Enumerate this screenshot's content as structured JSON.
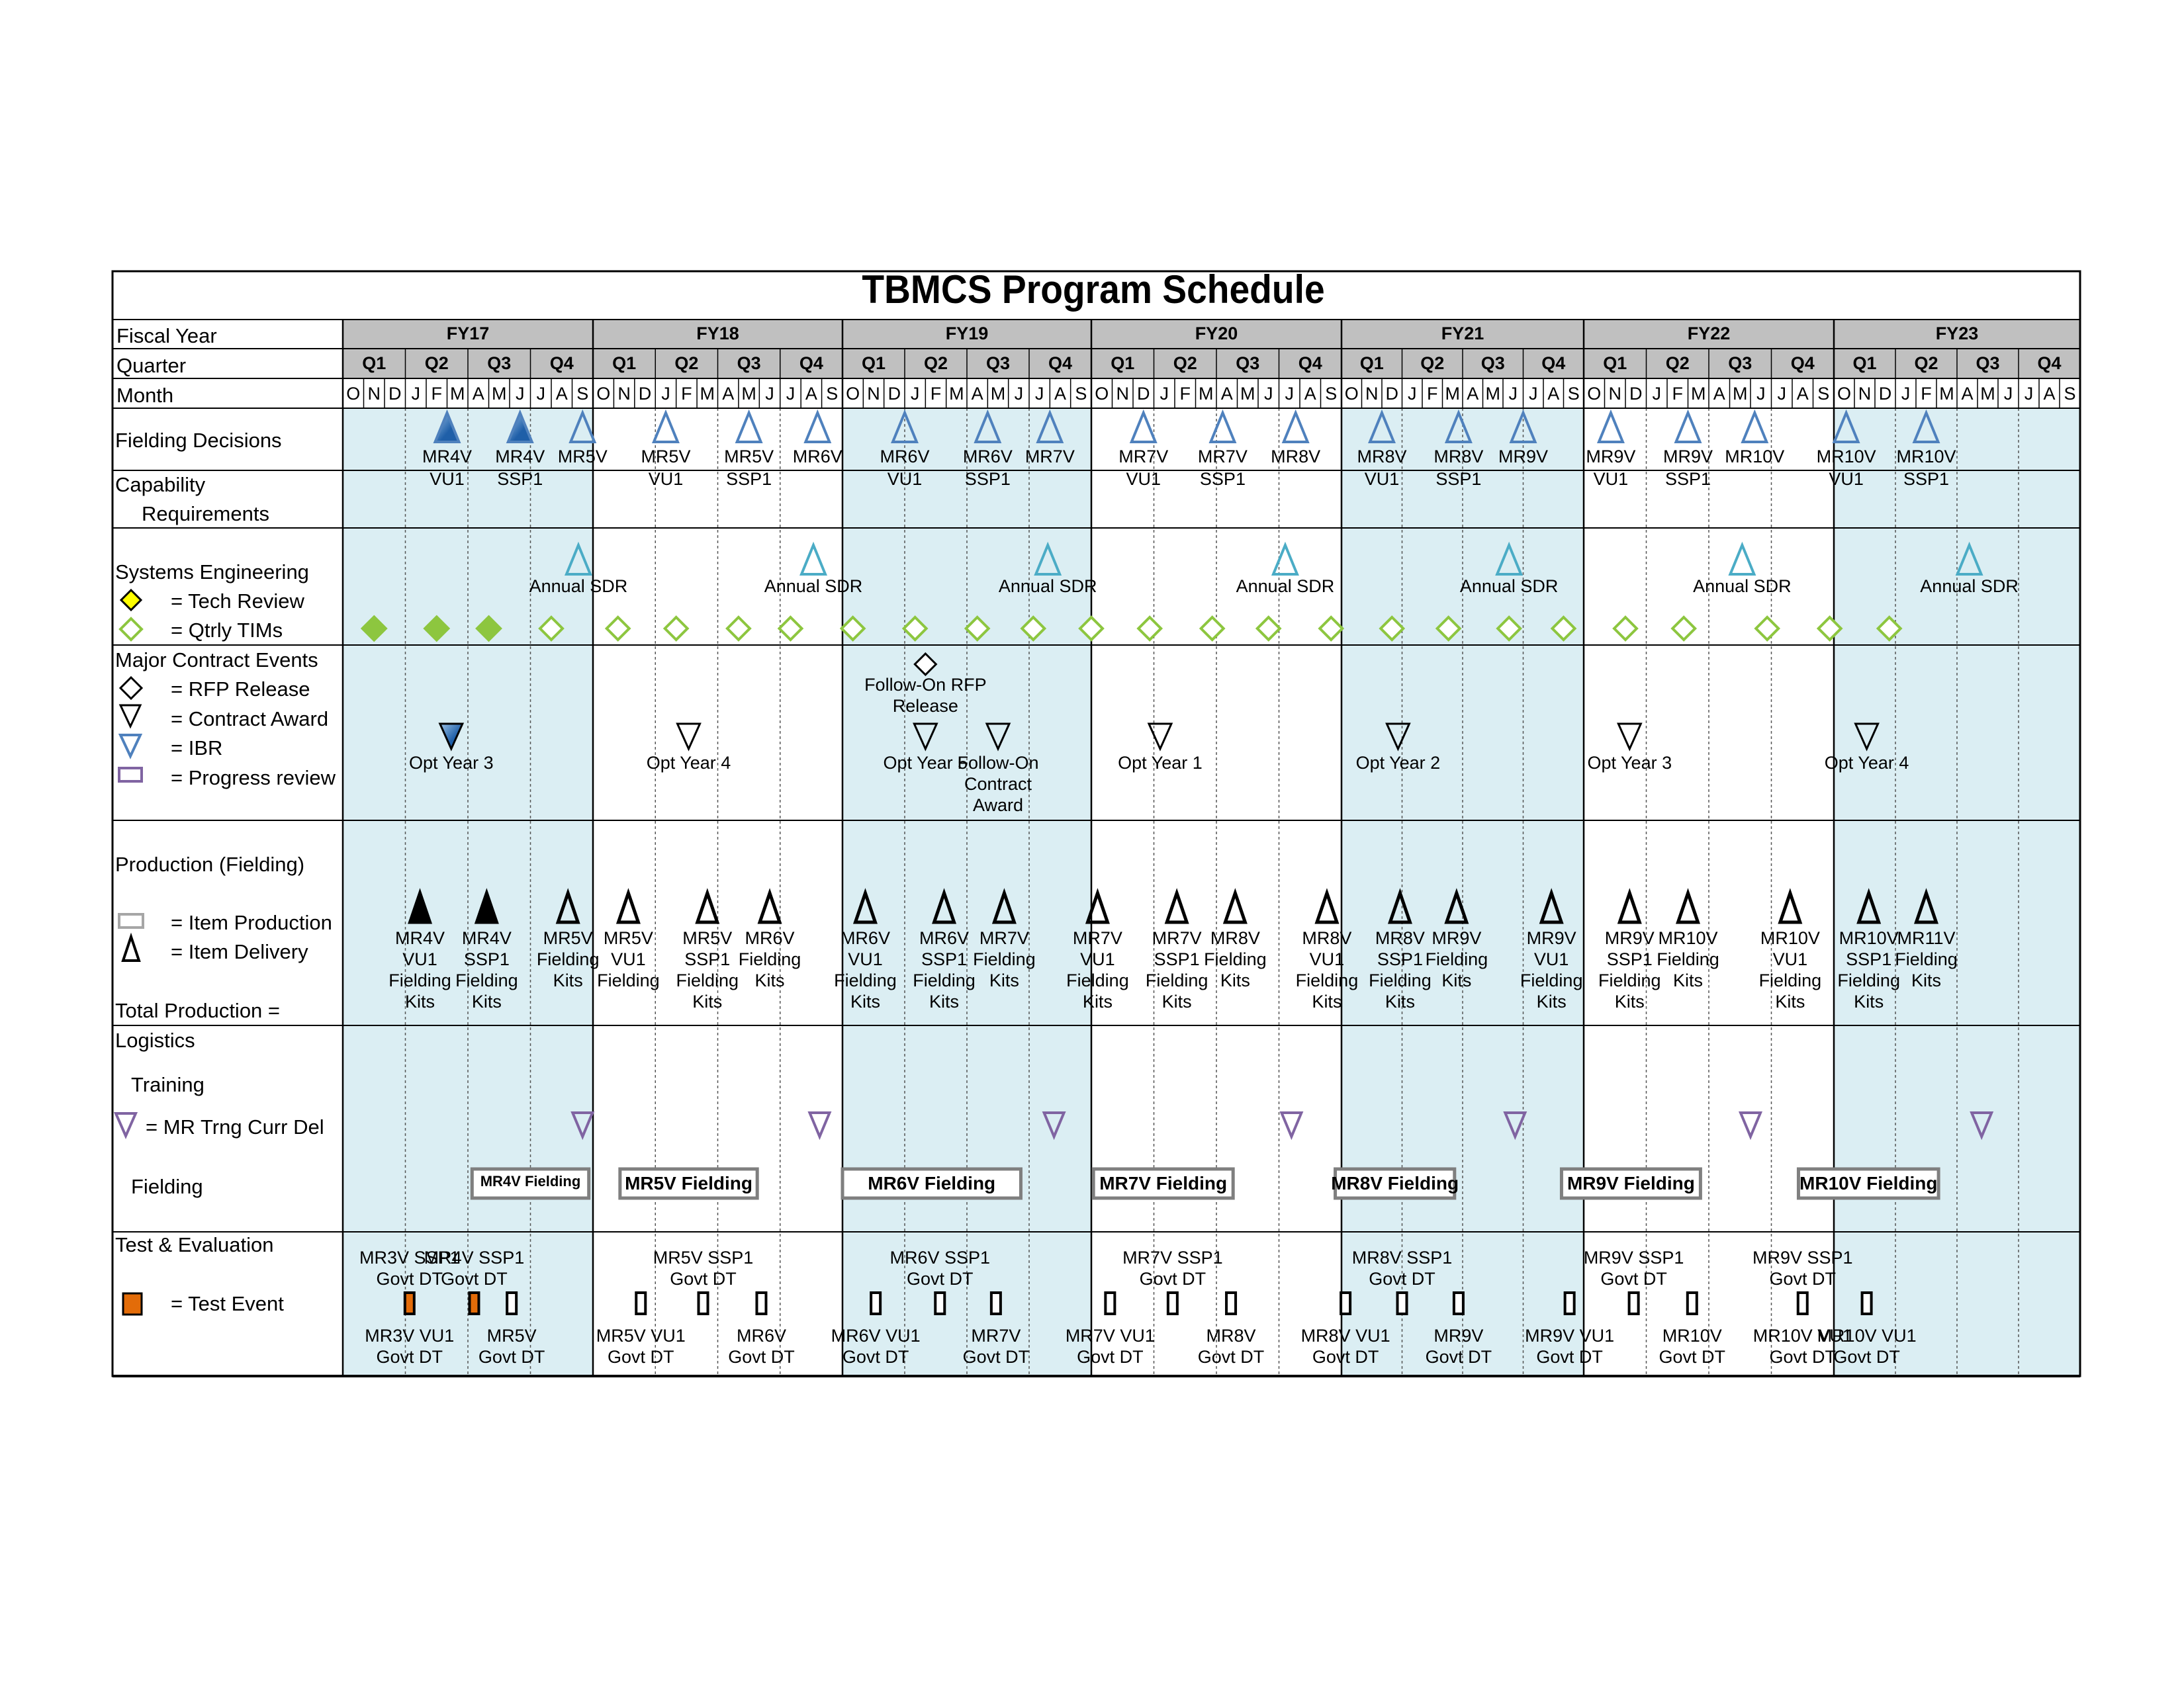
{
  "title": "TBMCS Program Schedule",
  "headers": {
    "fiscal_year": "Fiscal Year",
    "quarter": "Quarter",
    "month": "Month"
  },
  "years": [
    "FY17",
    "FY18",
    "FY19",
    "FY20",
    "FY21",
    "FY22",
    "FY23"
  ],
  "quarters": [
    "Q1",
    "Q2",
    "Q3",
    "Q4"
  ],
  "months": [
    "O",
    "N",
    "D",
    "J",
    "F",
    "M",
    "A",
    "M",
    "J",
    "J",
    "A",
    "S"
  ],
  "rows": {
    "fielding_decisions": "Fielding Decisions",
    "capability_line1": "Capability",
    "capability_line2": "Requirements",
    "systems_engineering": "Systems Engineering",
    "tech_review": "= Tech Review",
    "qtrly_tims": "= Qtrly TIMs",
    "major_contract_events": "Major Contract Events",
    "rfp_release": "= RFP Release",
    "contract_award": "= Contract Award",
    "ibr": "= IBR",
    "progress_review": "= Progress review",
    "production": "Production (Fielding)",
    "item_production": "= Item Production",
    "item_delivery": "= Item Delivery",
    "total_production": "Total Production =",
    "logistics": "Logistics",
    "training": "Training",
    "mr_trng": "= MR Trng Curr Del",
    "fielding": "Fielding",
    "test_eval": "Test & Evaluation",
    "test_event": "= Test Event"
  },
  "fielding_decisions": [
    {
      "m": 5,
      "l1": "MR4V",
      "l2": "VU1",
      "filled": true
    },
    {
      "m": 8.5,
      "l1": "MR4V",
      "l2": "SSP1",
      "filled": true
    },
    {
      "m": 11.5,
      "l1": "MR5V",
      "l2": "",
      "filled": false
    },
    {
      "m": 15.5,
      "l1": "MR5V",
      "l2": "VU1",
      "filled": false
    },
    {
      "m": 19.5,
      "l1": "MR5V",
      "l2": "SSP1",
      "filled": false
    },
    {
      "m": 22.8,
      "l1": "MR6V",
      "l2": "",
      "filled": false
    },
    {
      "m": 27,
      "l1": "MR6V",
      "l2": "VU1",
      "filled": false
    },
    {
      "m": 31,
      "l1": "MR6V",
      "l2": "SSP1",
      "filled": false
    },
    {
      "m": 34,
      "l1": "MR7V",
      "l2": "",
      "filled": false
    },
    {
      "m": 38.5,
      "l1": "MR7V",
      "l2": "VU1",
      "filled": false
    },
    {
      "m": 42.3,
      "l1": "MR7V",
      "l2": "SSP1",
      "filled": false
    },
    {
      "m": 45.8,
      "l1": "MR8V",
      "l2": "",
      "filled": false
    },
    {
      "m": 50,
      "l1": "MR8V",
      "l2": "VU1",
      "filled": false
    },
    {
      "m": 53.8,
      "l1": "MR8V",
      "l2": "SSP1",
      "filled": false
    },
    {
      "m": 57,
      "l1": "MR9V",
      "l2": "",
      "filled": false
    },
    {
      "m": 61.3,
      "l1": "MR9V",
      "l2": "VU1",
      "filled": false
    },
    {
      "m": 65,
      "l1": "MR9V",
      "l2": "SSP1",
      "filled": false
    },
    {
      "m": 68.2,
      "l1": "MR10V",
      "l2": "",
      "filled": false
    },
    {
      "m": 72.6,
      "l1": "MR10V",
      "l2": "VU1",
      "filled": false
    },
    {
      "m": 76.5,
      "l1": "MR10V",
      "l2": "SSP1",
      "filled": false
    }
  ],
  "annual_sdr": [
    {
      "m": 11.3,
      "label": "Annual SDR"
    },
    {
      "m": 22.6,
      "label": "Annual SDR"
    },
    {
      "m": 33.9,
      "label": "Annual SDR"
    },
    {
      "m": 45.3,
      "label": "Annual SDR"
    },
    {
      "m": 56.3,
      "label": "Annual SDR"
    },
    {
      "m": 67.6,
      "label": "Annual SDR"
    },
    {
      "m": 78.6,
      "label": "Annual SDR"
    }
  ],
  "tims": [
    {
      "m": 1.5,
      "filled": true
    },
    {
      "m": 4.5,
      "filled": true
    },
    {
      "m": 7.0,
      "filled": true
    },
    {
      "m": 10.0,
      "filled": false
    },
    {
      "m": 13.2,
      "filled": false
    },
    {
      "m": 16.0,
      "filled": false
    },
    {
      "m": 19.0,
      "filled": false
    },
    {
      "m": 21.5,
      "filled": false
    },
    {
      "m": 24.5,
      "filled": false
    },
    {
      "m": 27.5,
      "filled": false
    },
    {
      "m": 30.5,
      "filled": false
    },
    {
      "m": 33.2,
      "filled": false
    },
    {
      "m": 36.0,
      "filled": false
    },
    {
      "m": 38.8,
      "filled": false
    },
    {
      "m": 41.8,
      "filled": false
    },
    {
      "m": 44.5,
      "filled": false
    },
    {
      "m": 47.5,
      "filled": false
    },
    {
      "m": 50.5,
      "filled": false
    },
    {
      "m": 53.3,
      "filled": false
    },
    {
      "m": 56.3,
      "filled": false
    },
    {
      "m": 59.0,
      "filled": false
    },
    {
      "m": 62.0,
      "filled": false
    },
    {
      "m": 64.8,
      "filled": false
    },
    {
      "m": 68.8,
      "filled": false
    },
    {
      "m": 71.8,
      "filled": false
    },
    {
      "m": 74.7,
      "filled": false
    }
  ],
  "contract_events": [
    {
      "m": 5.2,
      "type": "ibr",
      "lines": [
        "Opt Year 3"
      ]
    },
    {
      "m": 16.6,
      "type": "award",
      "lines": [
        "Opt Year 4"
      ]
    },
    {
      "m": 28.0,
      "type": "rfp",
      "lines": [
        "Follow-On RFP",
        "Release"
      ]
    },
    {
      "m": 28.0,
      "type": "award",
      "lines": [
        "Opt Year 5"
      ]
    },
    {
      "m": 31.5,
      "type": "award",
      "lines": [
        "Follow-On",
        "Contract",
        "Award"
      ]
    },
    {
      "m": 39.3,
      "type": "award",
      "lines": [
        "Opt Year 1"
      ]
    },
    {
      "m": 50.8,
      "type": "award",
      "lines": [
        "Opt Year 2"
      ]
    },
    {
      "m": 62.2,
      "type": "award",
      "lines": [
        "Opt Year 3"
      ]
    },
    {
      "m": 73.6,
      "type": "award",
      "lines": [
        "Opt Year 4"
      ]
    }
  ],
  "production": [
    {
      "m": 3.7,
      "filled": true,
      "lines": [
        "MR4V",
        "VU1",
        "Fielding",
        "Kits"
      ]
    },
    {
      "m": 6.9,
      "filled": true,
      "lines": [
        "MR4V",
        "SSP1",
        "Fielding",
        "Kits"
      ]
    },
    {
      "m": 10.8,
      "filled": false,
      "lines": [
        "MR5V",
        "Fielding",
        "Kits"
      ]
    },
    {
      "m": 13.7,
      "filled": false,
      "lines": [
        "MR5V",
        "VU1",
        "Fielding"
      ]
    },
    {
      "m": 17.5,
      "filled": false,
      "lines": [
        "MR5V",
        "SSP1",
        "Fielding",
        "Kits"
      ]
    },
    {
      "m": 20.5,
      "filled": false,
      "lines": [
        "MR6V",
        "Fielding",
        "Kits"
      ]
    },
    {
      "m": 25.1,
      "filled": false,
      "lines": [
        "MR6V",
        "VU1",
        "Fielding",
        "Kits"
      ]
    },
    {
      "m": 28.9,
      "filled": false,
      "lines": [
        "MR6V",
        "SSP1",
        "Fielding",
        "Kits"
      ]
    },
    {
      "m": 31.8,
      "filled": false,
      "lines": [
        "MR7V",
        "Fielding",
        "Kits"
      ]
    },
    {
      "m": 36.3,
      "filled": false,
      "lines": [
        "MR7V",
        "VU1",
        "Fielding",
        "Kits"
      ]
    },
    {
      "m": 40.1,
      "filled": false,
      "lines": [
        "MR7V",
        "SSP1",
        "Fielding",
        "Kits"
      ]
    },
    {
      "m": 42.9,
      "filled": false,
      "lines": [
        "MR8V",
        "Fielding",
        "Kits"
      ]
    },
    {
      "m": 47.3,
      "filled": false,
      "lines": [
        "MR8V",
        "VU1",
        "Fielding",
        "Kits"
      ]
    },
    {
      "m": 50.9,
      "filled": false,
      "lines": [
        "MR8V",
        "SSP1",
        "Fielding",
        "Kits"
      ]
    },
    {
      "m": 53.7,
      "filled": false,
      "lines": [
        "MR9V",
        "Fielding",
        "Kits"
      ]
    },
    {
      "m": 58.4,
      "filled": false,
      "lines": [
        "MR9V",
        "VU1",
        "Fielding",
        "Kits"
      ]
    },
    {
      "m": 62.2,
      "filled": false,
      "lines": [
        "MR9V",
        "SSP1",
        "Fielding",
        "Kits"
      ]
    },
    {
      "m": 65.0,
      "filled": false,
      "lines": [
        "MR10V",
        "Fielding",
        "Kits"
      ]
    },
    {
      "m": 69.9,
      "filled": false,
      "lines": [
        "MR10V",
        "VU1",
        "Fielding",
        "Kits"
      ]
    },
    {
      "m": 73.7,
      "filled": false,
      "lines": [
        "MR10V",
        "SSP1",
        "Fielding",
        "Kits"
      ]
    },
    {
      "m": 76.5,
      "filled": false,
      "lines": [
        "MR11V",
        "Fielding",
        "Kits"
      ]
    }
  ],
  "training": [
    {
      "m": 11.5
    },
    {
      "m": 22.9
    },
    {
      "m": 34.2
    },
    {
      "m": 45.6
    },
    {
      "m": 56.6
    },
    {
      "m": 68.0
    },
    {
      "m": 79.2
    }
  ],
  "fielding_bars": [
    {
      "start": 6.2,
      "end": 11.8,
      "label": "MR4V Fielding"
    },
    {
      "start": 13.3,
      "end": 19.9,
      "label": "MR5V Fielding"
    },
    {
      "start": 24.0,
      "end": 32.6,
      "label": "MR6V Fielding"
    },
    {
      "start": 36.1,
      "end": 42.8,
      "label": "MR7V Fielding"
    },
    {
      "start": 47.7,
      "end": 53.6,
      "label": "MR8V Fielding"
    },
    {
      "start": 58.9,
      "end": 65.6,
      "label": "MR9V Fielding"
    },
    {
      "start": 70.3,
      "end": 77.1,
      "label": "MR10V Fielding"
    }
  ],
  "test_events": [
    {
      "m": 3.2,
      "filled": true,
      "top": [
        "MR3V SSP1",
        "Govt DT"
      ],
      "bottom": [
        "MR3V VU1",
        "Govt DT"
      ]
    },
    {
      "m": 6.3,
      "filled": true,
      "top": [
        "MR4V SSP1",
        "Govt DT"
      ],
      "bottom": []
    },
    {
      "m": 8.1,
      "filled": false,
      "top": [],
      "bottom": [
        "MR5V",
        "Govt DT"
      ]
    },
    {
      "m": 14.3,
      "filled": false,
      "top": [],
      "bottom": [
        "MR5V VU1",
        "Govt DT"
      ]
    },
    {
      "m": 17.3,
      "filled": false,
      "top": [
        "MR5V SSP1",
        "Govt DT"
      ],
      "bottom": []
    },
    {
      "m": 20.1,
      "filled": false,
      "top": [],
      "bottom": [
        "MR6V",
        "Govt DT"
      ]
    },
    {
      "m": 25.6,
      "filled": false,
      "top": [],
      "bottom": [
        "MR6V VU1",
        "Govt DT"
      ]
    },
    {
      "m": 28.7,
      "filled": false,
      "top": [
        "MR6V SSP1",
        "Govt DT"
      ],
      "bottom": []
    },
    {
      "m": 31.4,
      "filled": false,
      "top": [],
      "bottom": [
        "MR7V",
        "Govt DT"
      ]
    },
    {
      "m": 36.9,
      "filled": false,
      "top": [],
      "bottom": [
        "MR7V VU1",
        "Govt DT"
      ]
    },
    {
      "m": 39.9,
      "filled": false,
      "top": [
        "MR7V SSP1",
        "Govt DT"
      ],
      "bottom": []
    },
    {
      "m": 42.7,
      "filled": false,
      "top": [],
      "bottom": [
        "MR8V",
        "Govt DT"
      ]
    },
    {
      "m": 48.2,
      "filled": false,
      "top": [],
      "bottom": [
        "MR8V VU1",
        "Govt DT"
      ]
    },
    {
      "m": 51.0,
      "filled": false,
      "top": [
        "MR8V SSP1",
        "Govt DT"
      ],
      "bottom": []
    },
    {
      "m": 53.8,
      "filled": false,
      "top": [],
      "bottom": [
        "MR9V",
        "Govt DT"
      ]
    },
    {
      "m": 59.3,
      "filled": false,
      "top": [],
      "bottom": [
        "MR9V VU1",
        "Govt DT"
      ]
    },
    {
      "m": 62.4,
      "filled": false,
      "top": [
        "MR9V SSP1",
        "Govt DT"
      ],
      "bottom": []
    },
    {
      "m": 65.2,
      "filled": false,
      "top": [],
      "bottom": [
        "MR10V",
        "Govt DT"
      ]
    },
    {
      "m": 70.5,
      "filled": false,
      "top": [
        "MR9V SSP1",
        "Govt DT"
      ],
      "bottom": [
        "MR10V VU1",
        "Govt DT"
      ]
    },
    {
      "m": 73.6,
      "filled": false,
      "top": [],
      "bottom": [
        "MR10V VU1",
        "Govt DT"
      ]
    }
  ],
  "colors": {
    "header_fill": "#c0c0c0",
    "shade": "#dbeef3",
    "tim_green": "#8dc63f",
    "blue": "#4f81bd",
    "blue_fill": "#1f5fa8",
    "cyan": "#4bacc6",
    "purple": "#8064a2",
    "orange": "#e36c09",
    "bar_gray": "#7f7f7f"
  }
}
